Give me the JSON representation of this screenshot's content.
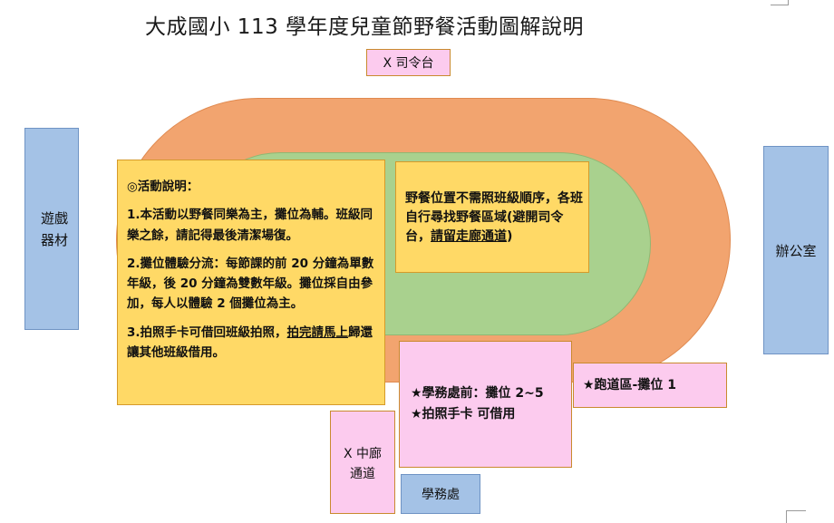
{
  "title": "大成國小 113 學年度兒童節野餐活動圖解說明",
  "command_stage": "X 司令台",
  "playground_line1": "遊戲",
  "playground_line2": "器材",
  "office": "辦公室",
  "activity": {
    "heading": "◎活動說明：",
    "item1": "1.本活動以野餐同樂為主，攤位為輔。班級同樂之餘，請記得最後清潔場復。",
    "item2": "2.攤位體驗分流：每節課的前 20 分鐘為單數年級，後 20 分鐘為雙數年級。攤位採自由參加，每人以體驗 2 個攤位為主。",
    "item3_a": "3.拍照手卡可借回班級拍照，",
    "item3_b": "拍完請馬上",
    "item3_c": "歸還讓其他班級借用。"
  },
  "picnic_note": {
    "text_a": "野餐位置不需照班級順序，各班自行尋找野餐區域(避開司令台，",
    "text_b": "請留走廊通道",
    "text_c": ")"
  },
  "student_area": {
    "line1": "★學務處前：攤位 2~5",
    "line2": "★拍照手卡  可借用"
  },
  "running_track": "★跑道區-攤位 1",
  "corridor_line1": "X 中廊",
  "corridor_line2": "通道",
  "student_office": "學務處"
}
